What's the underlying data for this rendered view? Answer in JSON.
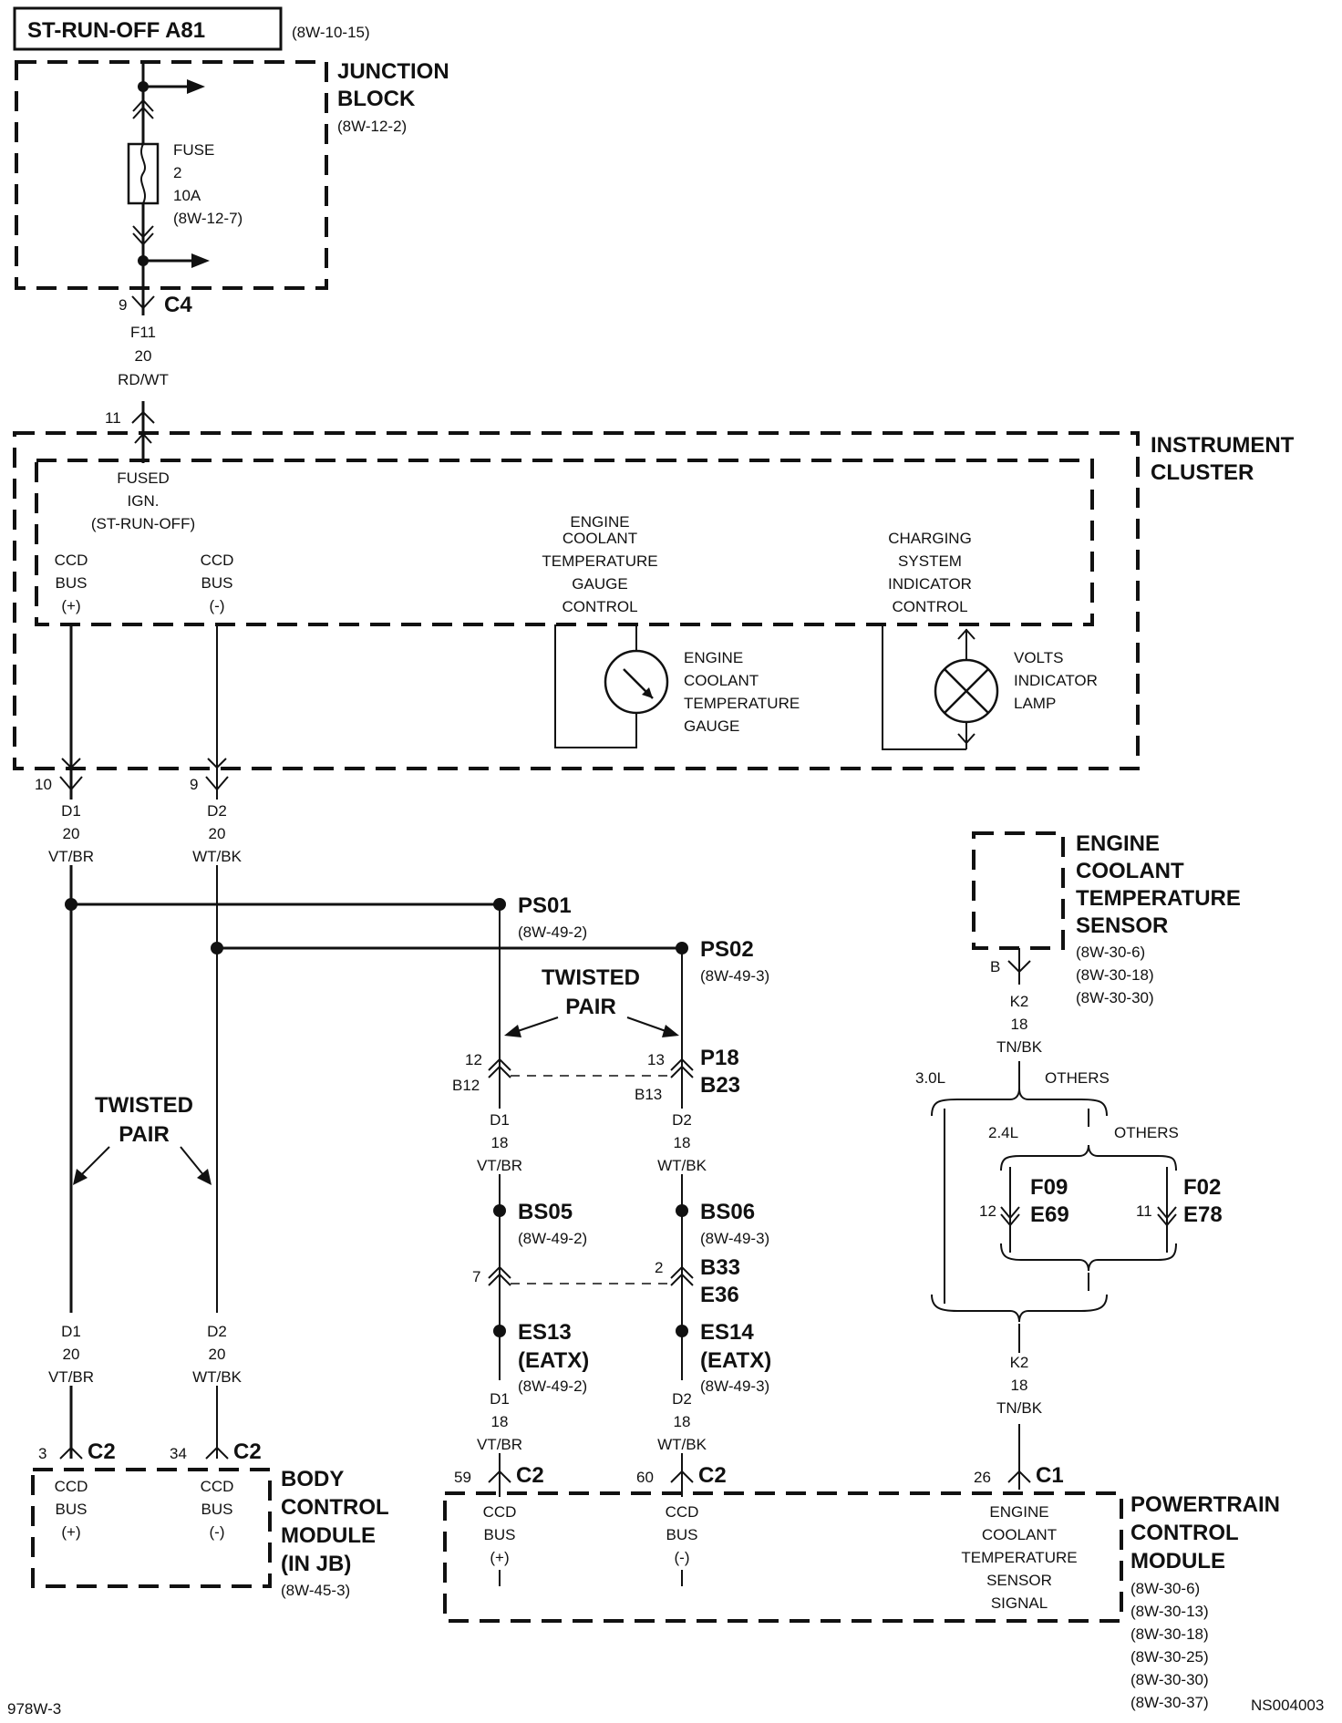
{
  "title_box": {
    "text": "ST-RUN-OFF A81",
    "ref": "(8W-10-15)"
  },
  "junction_block": {
    "name_line1": "JUNCTION",
    "name_line2": "BLOCK",
    "ref": "(8W-12-2)"
  },
  "fuse": {
    "l1": "FUSE",
    "l2": "2",
    "l3": "10A",
    "l4": "(8W-12-7)"
  },
  "c4": {
    "pin": "9",
    "connector": "C4",
    "wire": "F11",
    "gauge": "20",
    "color": "RD/WT",
    "pin_ic": "11"
  },
  "cluster": {
    "name_line1": "INSTRUMENT",
    "name_line2": "CLUSTER",
    "fused_ign": [
      "FUSED",
      "IGN.",
      "(ST-RUN-OFF)"
    ],
    "ccd_plus": [
      "CCD",
      "BUS",
      "(+)"
    ],
    "ccd_minus": [
      "CCD",
      "BUS",
      "(-)"
    ],
    "gauge_control": [
      "ENGINE",
      "COOLANT",
      "TEMPERATURE",
      "GAUGE",
      "CONTROL"
    ],
    "gauge": [
      "ENGINE",
      "COOLANT",
      "TEMPERATURE",
      "GAUGE"
    ],
    "charging": [
      "CHARGING",
      "SYSTEM",
      "INDICATOR",
      "CONTROL"
    ],
    "lamp": [
      "VOLTS",
      "INDICATOR",
      "LAMP"
    ]
  },
  "d1_top": {
    "pin": "10",
    "wire": "D1",
    "gauge": "20",
    "color": "VT/BR"
  },
  "d2_top": {
    "pin": "9",
    "wire": "D2",
    "gauge": "20",
    "color": "WT/BK"
  },
  "splices": {
    "ps01": {
      "name": "PS01",
      "ref": "(8W-49-2)"
    },
    "ps02": {
      "name": "PS02",
      "ref": "(8W-49-3)"
    },
    "bs05": {
      "name": "BS05",
      "ref": "(8W-49-2)"
    },
    "bs06": {
      "name": "BS06",
      "ref": "(8W-49-3)"
    },
    "es13": {
      "name": "ES13",
      "sub": "(EATX)",
      "ref": "(8W-49-2)"
    },
    "es14": {
      "name": "ES14",
      "sub": "(EATX)",
      "ref": "(8W-49-3)"
    }
  },
  "twisted_pair": {
    "l1": "TWISTED",
    "l2": "PAIR"
  },
  "p18": {
    "pin_a1": "12",
    "pin_a2": "B12",
    "pin_b1": "13",
    "pin_b2": "B13",
    "name1": "P18",
    "name2": "B23"
  },
  "mid_wires": {
    "d1": [
      "D1",
      "18",
      "VT/BR"
    ],
    "d2": [
      "D2",
      "18",
      "WT/BK"
    ]
  },
  "b33": {
    "pin_a": "7",
    "pin_b": "2",
    "name1": "B33",
    "name2": "E36"
  },
  "low_wires": {
    "d1": [
      "D1",
      "18",
      "VT/BR"
    ],
    "d2": [
      "D2",
      "18",
      "WT/BK"
    ]
  },
  "left_low_wires": {
    "d1": [
      "D1",
      "20",
      "VT/BR"
    ],
    "d2": [
      "D2",
      "20",
      "WT/BK"
    ]
  },
  "bcm": {
    "pin_a": "3",
    "conn_a": "C2",
    "pin_b": "34",
    "conn_b": "C2",
    "ccd_plus": [
      "CCD",
      "BUS",
      "(+)"
    ],
    "ccd_minus": [
      "CCD",
      "BUS",
      "(-)"
    ],
    "name": [
      "BODY",
      "CONTROL",
      "MODULE",
      "(IN JB)"
    ],
    "ref": "(8W-45-3)"
  },
  "pcm": {
    "pin_a": "59",
    "conn_a": "C2",
    "pin_b": "60",
    "conn_b": "C2",
    "pin_c": "26",
    "conn_c": "C1",
    "ccd_plus": [
      "CCD",
      "BUS",
      "(+)"
    ],
    "ccd_minus": [
      "CCD",
      "BUS",
      "(-)"
    ],
    "signal": [
      "ENGINE",
      "COOLANT",
      "TEMPERATURE",
      "SENSOR",
      "SIGNAL"
    ],
    "name": [
      "POWERTRAIN",
      "CONTROL",
      "MODULE"
    ],
    "refs": [
      "(8W-30-6)",
      "(8W-30-13)",
      "(8W-30-18)",
      "(8W-30-25)",
      "(8W-30-30)",
      "(8W-30-37)"
    ]
  },
  "ect_sensor": {
    "name": [
      "ENGINE",
      "COOLANT",
      "TEMPERATURE",
      "SENSOR"
    ],
    "refs": [
      "(8W-30-6)",
      "(8W-30-18)",
      "(8W-30-30)"
    ],
    "pin": "B",
    "wire": [
      "K2",
      "18",
      "TN/BK"
    ]
  },
  "options": {
    "opt1": "3.0L",
    "others1": "OTHERS",
    "opt2": "2.4L",
    "others2": "OTHERS"
  },
  "f09": {
    "pin": "12",
    "name1": "F09",
    "name2": "E69"
  },
  "f02": {
    "pin": "11",
    "name1": "F02",
    "name2": "E78"
  },
  "k2_low": [
    "K2",
    "18",
    "TN/BK"
  ],
  "footer": {
    "left": "978W-3",
    "right": "NS004003"
  }
}
